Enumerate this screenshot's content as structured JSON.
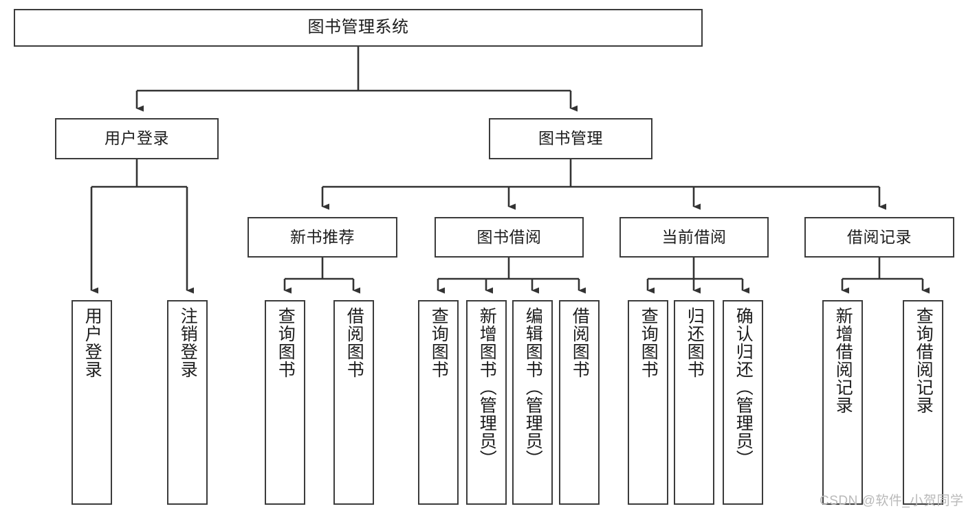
{
  "diagram": {
    "title": "图书管理系统",
    "type": "tree",
    "watermark": "CSDN @软件_小贺同学",
    "colors": {
      "box_border": "#3b3b3b",
      "box_fill": "#ffffff",
      "edge": "#333333",
      "text": "#1c1c1c",
      "watermark": "#b9b9b9",
      "background": "#ffffff"
    },
    "nodes": {
      "root": {
        "label": "图书管理系统"
      },
      "level1": [
        {
          "id": "user-login",
          "label": "用户登录"
        },
        {
          "id": "book-manage",
          "label": "图书管理"
        }
      ],
      "level2": [
        {
          "id": "new-book-recommend",
          "label": "新书推荐"
        },
        {
          "id": "book-borrow",
          "label": "图书借阅"
        },
        {
          "id": "current-borrow",
          "label": "当前借阅"
        },
        {
          "id": "borrow-record",
          "label": "借阅记录"
        }
      ],
      "leaves": {
        "user_login": [
          {
            "id": "leaf-user-login",
            "label": "用户登录"
          },
          {
            "id": "leaf-logout",
            "label": "注销登录"
          }
        ],
        "new_book_recommend": [
          {
            "id": "leaf-query-book-1",
            "label": "查询图书"
          },
          {
            "id": "leaf-borrow-book-1",
            "label": "借阅图书"
          }
        ],
        "book_borrow": [
          {
            "id": "leaf-query-book-2",
            "label": "查询图书"
          },
          {
            "id": "leaf-add-book",
            "label": "新增图书（管理员）"
          },
          {
            "id": "leaf-edit-book",
            "label": "编辑图书（管理员）"
          },
          {
            "id": "leaf-borrow-book-2",
            "label": "借阅图书"
          }
        ],
        "current_borrow": [
          {
            "id": "leaf-query-book-3",
            "label": "查询图书"
          },
          {
            "id": "leaf-return-book",
            "label": "归还图书"
          },
          {
            "id": "leaf-confirm-return",
            "label": "确认归还（管理员）"
          }
        ],
        "borrow_record": [
          {
            "id": "leaf-add-record",
            "label": "新增借阅记录"
          },
          {
            "id": "leaf-query-record",
            "label": "查询借阅记录"
          }
        ]
      }
    }
  }
}
